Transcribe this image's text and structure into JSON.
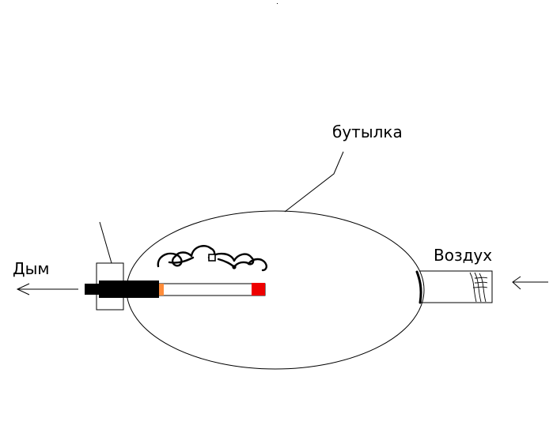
{
  "labels": {
    "bottle": "бутылка",
    "smoke": "Дым",
    "air": "Воздух"
  },
  "colors": {
    "line": "#000000",
    "background": "#ffffff",
    "cigarette_tip": "#ee0000",
    "filter_band": "#ff8c3a"
  }
}
